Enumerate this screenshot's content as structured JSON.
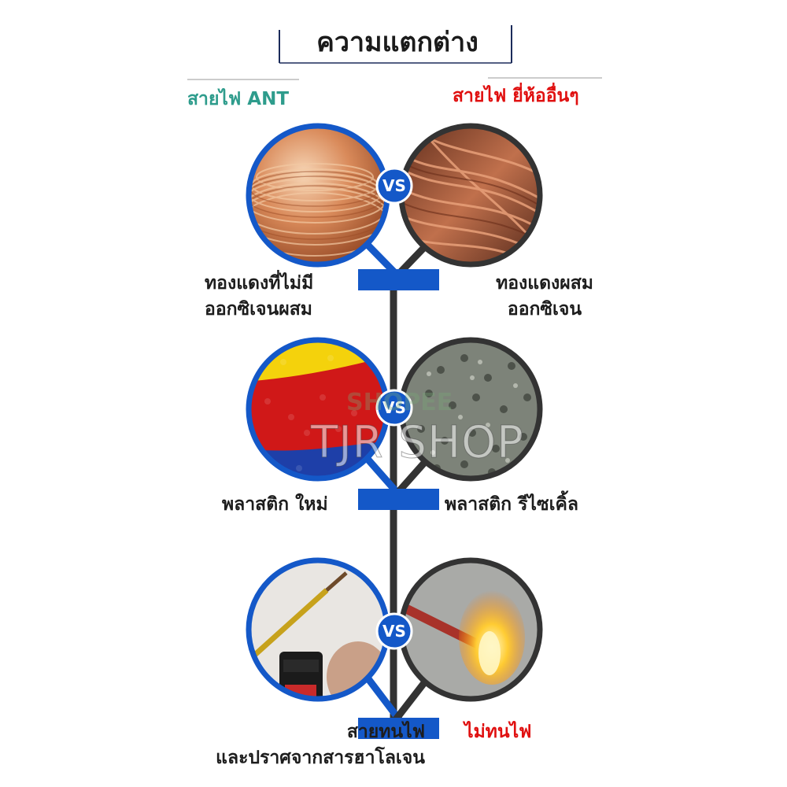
{
  "title": "ความแตกต่าง",
  "left_header": "สายไฟ ANT",
  "right_header": "สายไฟ ยี่ห้ออื่นๆ",
  "vs_label": "VS",
  "rows": [
    {
      "left_caption": [
        "ทองแดงที่ไม่มี",
        "ออกซิเจนผสม"
      ],
      "right_caption": [
        "ทองแดงผสม",
        "ออกซิเจน"
      ],
      "left_image": "copper-wire-coil",
      "right_image": "copper-wire-strands"
    },
    {
      "left_caption": [
        "พลาสติก ใหม่"
      ],
      "right_caption": [
        "พลาสติก รีไซเคิ้ล"
      ],
      "left_image": "colored-plastic-pellets",
      "right_image": "gray-recycled-pellets"
    },
    {
      "left_caption": [
        "สายทนไฟ",
        "และปราศจากสารฮาโลเจน"
      ],
      "right_caption": [
        "ไม่ทนไฟ"
      ],
      "left_image": "wire-lighter-test",
      "right_image": "burning-wire"
    }
  ],
  "watermark": "TJR SHOP",
  "watermark_sub": "SHOPEE",
  "colors": {
    "blue": "#1458c8",
    "dark": "#333333",
    "red_text": "#e01010",
    "teal_text": "#2e9c8c"
  }
}
